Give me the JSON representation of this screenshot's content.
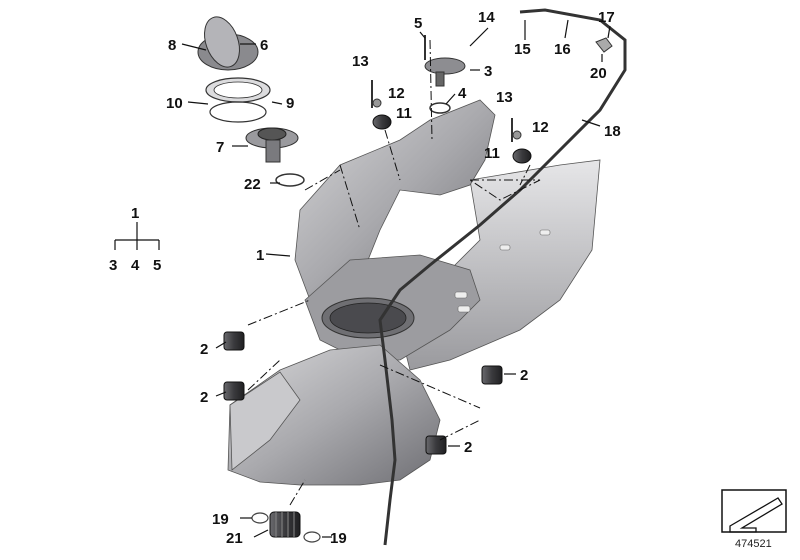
{
  "diagram_number": "474521",
  "legend_tree": {
    "root": "1",
    "children": [
      "3",
      "4",
      "5"
    ]
  },
  "labels": {
    "l1": "1",
    "l2a": "2",
    "l2b": "2",
    "l2c": "2",
    "l2d": "2",
    "l3a": "3",
    "l4a": "4",
    "l5": "5",
    "l6": "6",
    "l7": "7",
    "l8": "8",
    "l9": "9",
    "l10": "10",
    "l11a": "11",
    "l11b": "11",
    "l12a": "12",
    "l12b": "12",
    "l13a": "13",
    "l13b": "13",
    "l14": "14",
    "l15": "15",
    "l16": "16",
    "l17": "17",
    "l18": "18",
    "l19a": "19",
    "l19b": "19",
    "l20": "20",
    "l21": "21",
    "l22": "22"
  }
}
